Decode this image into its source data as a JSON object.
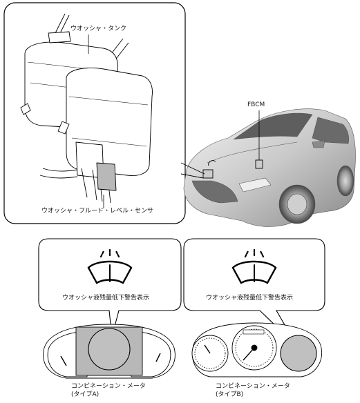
{
  "top_panel": {
    "washer_tank_label": "ウオッシャ・タンク",
    "level_sensor_label": "ウオッシャ・フルード・レベル・センサ",
    "fbcm_label": "FBCM"
  },
  "warning_callouts": {
    "left_text": "ウオッシャ液残量低下警告表示",
    "right_text": "ウオッシャ液残量低下警告表示",
    "icon_name": "washer-fluid-warning-icon"
  },
  "meters": {
    "type_a_label": "コンビネーション・メータ",
    "type_a_sub": "(タイプA)",
    "type_b_label": "コンビネーション・メータ",
    "type_b_sub": "(タイプB)"
  },
  "colors": {
    "line": "#000000",
    "tank_fill": "#ffffff",
    "car_body": "#c8c8c8",
    "highlight_gray": "#b8b8b8"
  }
}
